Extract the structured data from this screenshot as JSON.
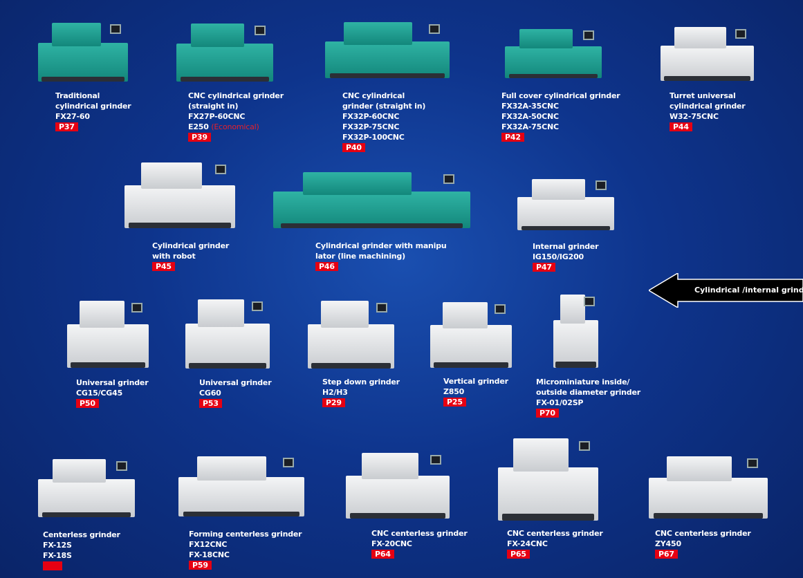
{
  "products": [
    {
      "lines": [
        "Traditional",
        "cylindrical grinder",
        "FX27-60"
      ],
      "page": "P37"
    },
    {
      "lines": [
        "CNC cylindrical grinder",
        " (straight in)",
        "FX27P-60CNC",
        "E250"
      ],
      "note": "(Economical)",
      "page": "P39"
    },
    {
      "lines": [
        "CNC cylindrical",
        "grinder (straight in)",
        "FX32P-60CNC",
        "FX32P-75CNC",
        "FX32P-100CNC"
      ],
      "page": "P40"
    },
    {
      "lines": [
        "Full cover cylindrical grinder",
        "FX32A-35CNC",
        "FX32A-50CNC",
        "FX32A-75CNC"
      ],
      "page": "P42"
    },
    {
      "lines": [
        "Turret universal",
        "cylindrical grinder",
        "W32-75CNC"
      ],
      "page": "P44"
    },
    {
      "lines": [
        "Cylindrical grinder",
        "with robot"
      ],
      "page": "P45"
    },
    {
      "lines": [
        "Cylindrical grinder with manipu",
        "lator (line machining)"
      ],
      "page": "P46"
    },
    {
      "lines": [
        "Internal grinder",
        "IG150/IG200"
      ],
      "page": "P47"
    },
    {
      "lines": [
        "Universal grinder",
        "CG15/CG45"
      ],
      "page": "P50"
    },
    {
      "lines": [
        "Universal grinder",
        "CG60"
      ],
      "page": "P53"
    },
    {
      "lines": [
        "Step down grinder",
        "H2/H3"
      ],
      "page": "P29"
    },
    {
      "lines": [
        "Vertical grinder",
        "Z850"
      ],
      "page": "P25"
    },
    {
      "lines": [
        "Microminiature inside/",
        "outside diameter grinder",
        "FX-01/02SP"
      ],
      "page": "P70"
    },
    {
      "lines": [
        "Centerless grinder",
        "FX-12S",
        "FX-18S"
      ],
      "page": ""
    },
    {
      "lines": [
        "Forming centerless grinder",
        "FX12CNC",
        "FX-18CNC"
      ],
      "page": "P59"
    },
    {
      "lines": [
        "CNC centerless grinder",
        "FX-20CNC"
      ],
      "page": "P64"
    },
    {
      "lines": [
        "CNC centerless grinder",
        "FX-24CNC"
      ],
      "page": "P65"
    },
    {
      "lines": [
        "CNC centerless grinder",
        "ZY450"
      ],
      "page": "P67"
    }
  ],
  "section_arrow": "Cylindrical /internal grinding",
  "colors": {
    "badge": "#e60012",
    "background": "#0e348c"
  }
}
